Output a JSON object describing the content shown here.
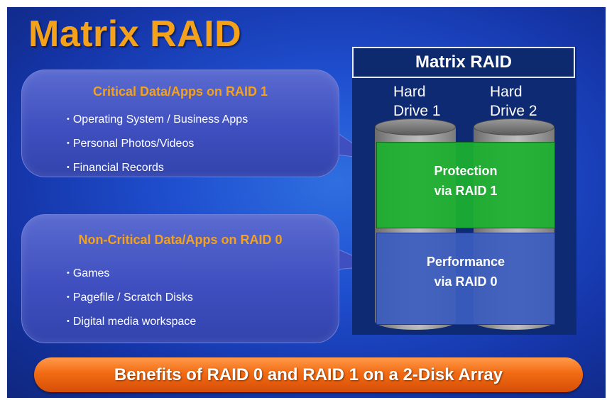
{
  "slide": {
    "title": "Matrix RAID"
  },
  "bubbles": [
    {
      "heading": "Critical Data/Apps on RAID 1",
      "items": [
        "Operating System / Business Apps",
        "Personal Photos/Videos",
        "Financial Records"
      ]
    },
    {
      "heading": "Non-Critical Data/Apps on RAID 0",
      "items": [
        "Games",
        "Pagefile / Scratch Disks",
        "Digital media workspace"
      ]
    }
  ],
  "raid": {
    "title": "Matrix RAID",
    "drives": [
      {
        "line1": "Hard",
        "line2": "Drive 1"
      },
      {
        "line1": "Hard",
        "line2": "Drive 2"
      }
    ],
    "protection": {
      "line1": "Protection",
      "line2": "via RAID 1"
    },
    "performance": {
      "line1": "Performance",
      "line2": "via RAID 0"
    }
  },
  "banner": "Benefits of RAID 0 and RAID 1 on a 2-Disk Array",
  "colors": {
    "title_orange": "#f4a21c",
    "background_blue": "#1f4fcf",
    "protection_green": "#1cb02e",
    "performance_blue": "#3a5cbe",
    "banner_orange": "#f26b13"
  }
}
